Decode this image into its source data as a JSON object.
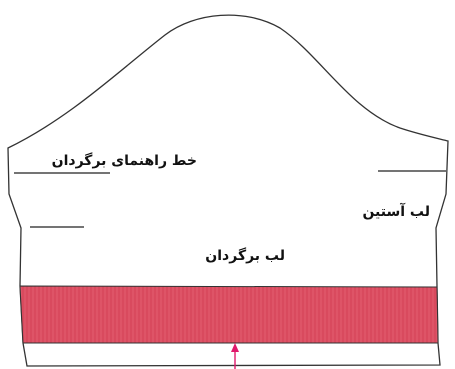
{
  "labels": {
    "fold_guide_line": "خط راهنمای برگردان",
    "sleeve_edge": "لب آستین",
    "fold_edge": "لب برگردان"
  },
  "colors": {
    "outline": "#333333",
    "fold_band": "#d94a5e",
    "fold_band_texture": "#e9707f",
    "arrow": "#e0186b",
    "background": "#ffffff"
  },
  "icons": {
    "arrow": "arrow-up-icon"
  }
}
